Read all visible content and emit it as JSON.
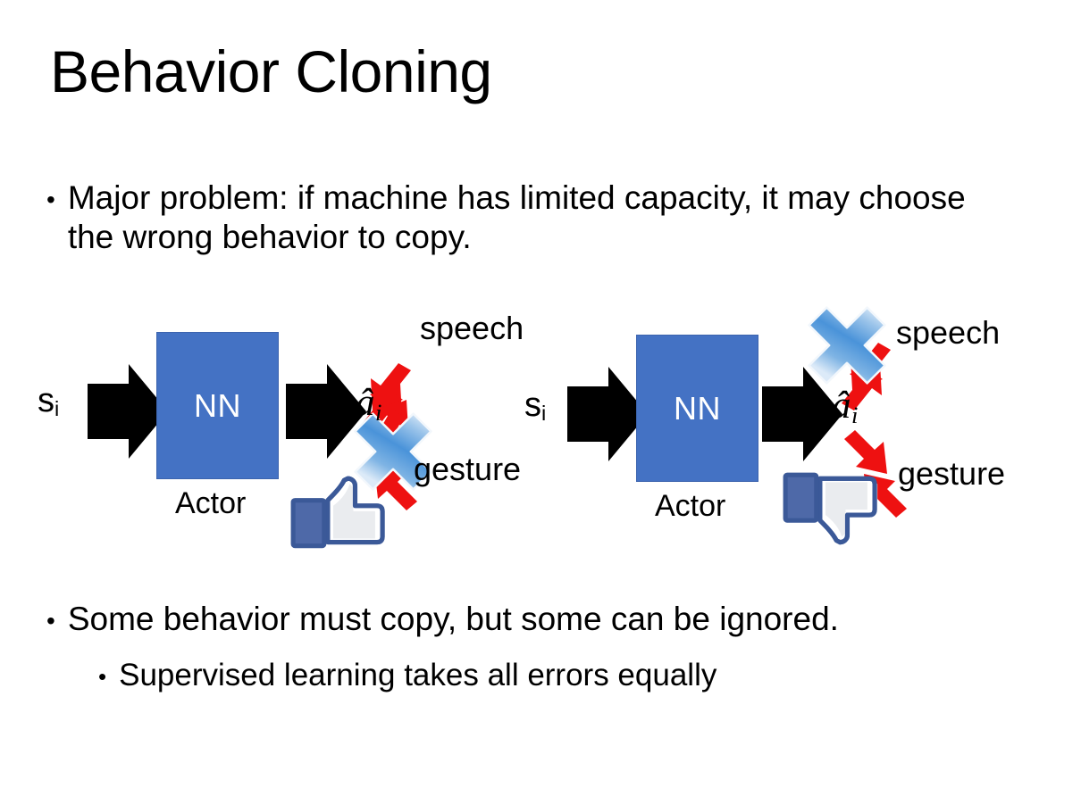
{
  "slide": {
    "title": "Behavior Cloning",
    "background_color": "#ffffff"
  },
  "bullets": {
    "top": {
      "marker": "•",
      "text": "Major problem: if machine has limited capacity, it may choose the wrong behavior to copy."
    },
    "bottom_primary": {
      "marker": "•",
      "text": "Some behavior must copy, but some can be ignored."
    },
    "bottom_secondary": {
      "marker": "•",
      "text": "Supervised learning takes all errors equally"
    }
  },
  "diagrams": [
    {
      "id": "left",
      "state_label": "s",
      "state_subscript": "i",
      "network_label": "NN",
      "network_color": "#4472C4",
      "caption": "Actor",
      "action_label": "â",
      "action_subscript": "i",
      "outputs": [
        {
          "label": "speech",
          "position": "upper",
          "crossed_out": false
        },
        {
          "label": "gesture",
          "position": "lower",
          "crossed_out": true
        }
      ],
      "feedback_icon": "thumbs-up-icon",
      "feedback_sentiment": "positive",
      "arrow_color": "#EE1111",
      "cross_color": "#5B9BD5"
    },
    {
      "id": "right",
      "state_label": "s",
      "state_subscript": "i",
      "network_label": "NN",
      "network_color": "#4472C4",
      "caption": "Actor",
      "action_label": "â",
      "action_subscript": "i",
      "outputs": [
        {
          "label": "speech",
          "position": "upper",
          "crossed_out": true
        },
        {
          "label": "gesture",
          "position": "lower",
          "crossed_out": false
        }
      ],
      "feedback_icon": "thumbs-down-icon",
      "feedback_sentiment": "negative",
      "arrow_color": "#EE1111",
      "cross_color": "#5B9BD5"
    }
  ]
}
